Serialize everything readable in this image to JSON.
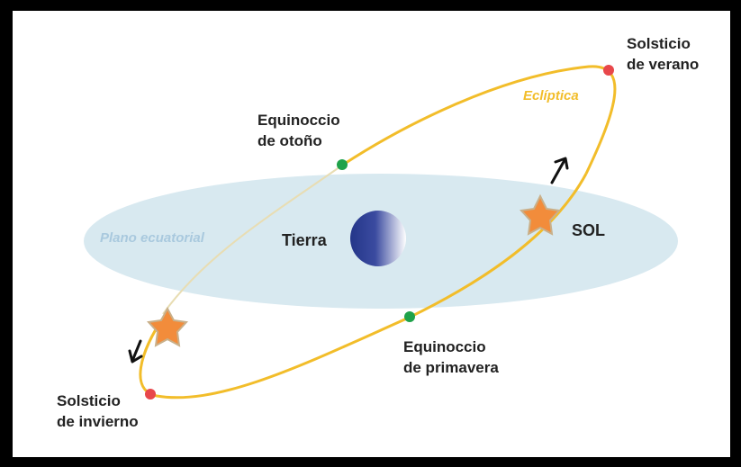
{
  "labels": {
    "solsticio_verano": [
      "Solsticio",
      "de verano"
    ],
    "ecliptica": "Eclíptica",
    "equinoccio_otono": [
      "Equinoccio",
      "de otoño"
    ],
    "plano_ecuatorial": "Plano ecuatorial",
    "tierra": "Tierra",
    "sol": "SOL",
    "equinoccio_primavera": [
      "Equinoccio",
      "de primavera"
    ],
    "solsticio_invierno": [
      "Solsticio",
      "de invierno"
    ]
  },
  "colors": {
    "frame_border": "#000000",
    "background": "#ffffff",
    "equatorial_plane": "#d8e9f0",
    "equatorial_plane_text": "#a9c9de",
    "ecliptic": "#f2bd2a",
    "ecliptic_text": "#f2bd2a",
    "equinox_point": "#1fa24a",
    "solstice_point": "#e8474b",
    "sun_star": "#f28c3b",
    "earth_dark": "#2f3f95",
    "earth_light": "#ffffff",
    "arrow": "#111111",
    "text": "#222222"
  },
  "icons": {
    "sun": "star-icon",
    "earth": "sphere-icon",
    "motion": "arrow-icon"
  }
}
